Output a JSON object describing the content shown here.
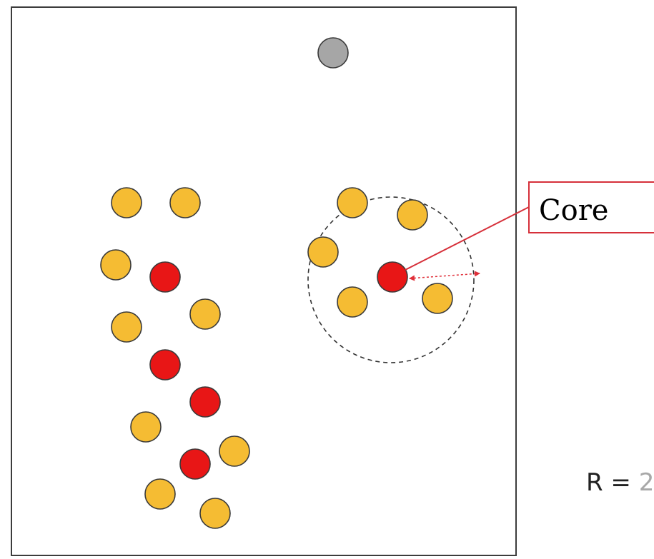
{
  "diagram": {
    "points": [
      {
        "id": "p1",
        "kind": "border"
      },
      {
        "id": "p2",
        "kind": "border"
      },
      {
        "id": "p3",
        "kind": "border"
      },
      {
        "id": "p4",
        "kind": "core"
      },
      {
        "id": "p5",
        "kind": "border"
      },
      {
        "id": "p6",
        "kind": "border"
      },
      {
        "id": "p7",
        "kind": "core"
      },
      {
        "id": "p8",
        "kind": "core"
      },
      {
        "id": "p9",
        "kind": "border"
      },
      {
        "id": "p10",
        "kind": "core"
      },
      {
        "id": "p11",
        "kind": "border"
      },
      {
        "id": "p12",
        "kind": "border"
      },
      {
        "id": "p13",
        "kind": "border"
      },
      {
        "id": "p14",
        "kind": "border"
      },
      {
        "id": "p15",
        "kind": "border"
      },
      {
        "id": "p16",
        "kind": "border"
      },
      {
        "id": "p17",
        "kind": "core"
      },
      {
        "id": "p18",
        "kind": "border"
      },
      {
        "id": "p19",
        "kind": "border"
      },
      {
        "id": "p20",
        "kind": "noise"
      }
    ],
    "colors": {
      "core": "#e81616",
      "border": "#f5bc33",
      "noise": "#a6a6a6",
      "callout": "#d6303a",
      "radius_arrow": "#e0303a",
      "neighborhood": "#333333"
    },
    "callout": {
      "label": "Core"
    },
    "radius_label": {
      "prefix": "R = ",
      "value": "2",
      "value_color": "#a8a8a8",
      "prefix_color": "#222222"
    }
  }
}
